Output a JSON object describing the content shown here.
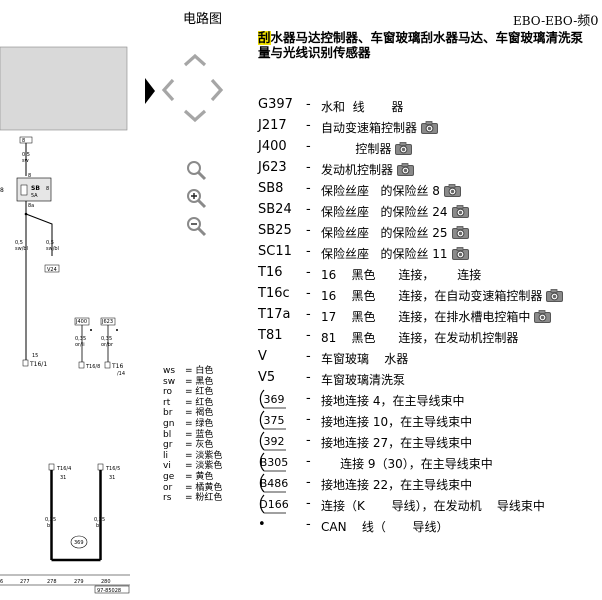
{
  "header": {
    "title": "电路图",
    "right_title": "EBO-EBO-",
    "right_title_tail": "频0"
  },
  "diagram": {
    "fuse_box_label": "SB",
    "fuse_number": "8",
    "fuse_rating": "5A",
    "wire_top_size": "0,5",
    "wire_top_color": "sw",
    "wire_top_pin": "8",
    "wire_split_pin": "8a",
    "wire_left_size": "0,5",
    "wire_left_color": "sw/bl",
    "wire_right_size": "0,5",
    "wire_right_color": "sw/bl",
    "connector_v24": "V24",
    "connector_t16_pin": "15",
    "connector_t16_label": "T16/1",
    "box_a_label": "J400",
    "box_b_label": "J623",
    "wire_a_size": "0,35",
    "wire_a_color": "or/li",
    "wire_b_size": "0,35",
    "wire_b_color": "or/br",
    "connector_t168": "T16/8",
    "connector_t16_14_a": "T16",
    "connector_t16_14_b": "/14",
    "connector_t164": "T16/4",
    "connector_t164_pin": "31",
    "connector_t165": "T16/5",
    "connector_t165_pin": "31",
    "wire_c_size": "0,35",
    "wire_c_color": "br",
    "wire_d_size": "0,35",
    "wire_d_color": "br",
    "ground_label": "369",
    "small_label": "8",
    "page_numbers": [
      "6",
      "277",
      "278",
      "279",
      "280"
    ],
    "doc_number": "97-85028"
  },
  "legend": [
    {
      "code": "ws",
      "name": "= 白色"
    },
    {
      "code": "sw",
      "name": "= 黑色"
    },
    {
      "code": "ro",
      "name": "= 红色"
    },
    {
      "code": "rt",
      "name": "= 红色"
    },
    {
      "code": "br",
      "name": "= 褐色"
    },
    {
      "code": "gn",
      "name": "= 绿色"
    },
    {
      "code": "bl",
      "name": "= 蓝色"
    },
    {
      "code": "gr",
      "name": "= 灰色"
    },
    {
      "code": "li",
      "name": "= 淡紫色"
    },
    {
      "code": "vi",
      "name": "= 淡紫色"
    },
    {
      "code": "ge",
      "name": "= 黄色"
    },
    {
      "code": "or",
      "name": "= 橘黄色"
    },
    {
      "code": "rs",
      "name": "= 粉红色"
    }
  ],
  "panel": {
    "title_highlight": "刮",
    "title_line1": "水器马达控制器、车窗玻璃刮水器马达、车窗玻璃清洗泵",
    "title_line2": "量与光线识别传感器",
    "items": [
      {
        "code": "G397",
        "desc": "水和  线       器",
        "camera": false
      },
      {
        "code": "J217",
        "desc": "自动变速箱控制器",
        "camera": true
      },
      {
        "code": "J400",
        "desc": "         控制器",
        "camera": true
      },
      {
        "code": "J623",
        "desc": "发动机控制器",
        "camera": true
      },
      {
        "code": "SB8",
        "desc": "保险丝座   的保险丝 8",
        "camera": true
      },
      {
        "code": "SB24",
        "desc": "保险丝座   的保险丝 24",
        "camera": true
      },
      {
        "code": "SB25",
        "desc": "保险丝座   的保险丝 25",
        "camera": true
      },
      {
        "code": "SC11",
        "desc": "保险丝座   的保险丝 11",
        "camera": true
      },
      {
        "code": "T16",
        "desc": "16    黑色      连接，      连接",
        "camera": false
      },
      {
        "code": "T16c",
        "desc": "16    黑色      连接，在自动变速箱控制器",
        "camera": true
      },
      {
        "code": "T17a",
        "desc": "17    黑色      连接，在排水槽电控箱中",
        "camera": true
      },
      {
        "code": "T81",
        "desc": "81    黑色      连接，在发动机控制器",
        "camera": false
      },
      {
        "code": "V",
        "desc": "车窗玻璃    水器",
        "camera": false
      },
      {
        "code": "V5",
        "desc": "车窗玻璃清洗泵",
        "camera": false
      },
      {
        "code": "369",
        "desc": "接地连接 4，在主导线束中",
        "earth": true
      },
      {
        "code": "375",
        "desc": "接地连接 10，在主导线束中",
        "earth": true
      },
      {
        "code": "392",
        "desc": "接地连接 27，在主导线束中",
        "earth": true
      },
      {
        "code": "B305",
        "desc": "     连接 9（30），在主导线束中",
        "earth": true
      },
      {
        "code": "B486",
        "desc": "接地连接 22，在主导线束中",
        "earth": true
      },
      {
        "code": "D166",
        "desc": "连接（K       导线），在发动机    导线束中",
        "earth": true
      },
      {
        "code": "•",
        "desc": "CAN    线（       导线）",
        "camera": false
      }
    ]
  },
  "colors": {
    "highlight": "#f2e200",
    "diagram_gray": "#d9d9d9",
    "nav_gray": "#a6a6a6"
  }
}
